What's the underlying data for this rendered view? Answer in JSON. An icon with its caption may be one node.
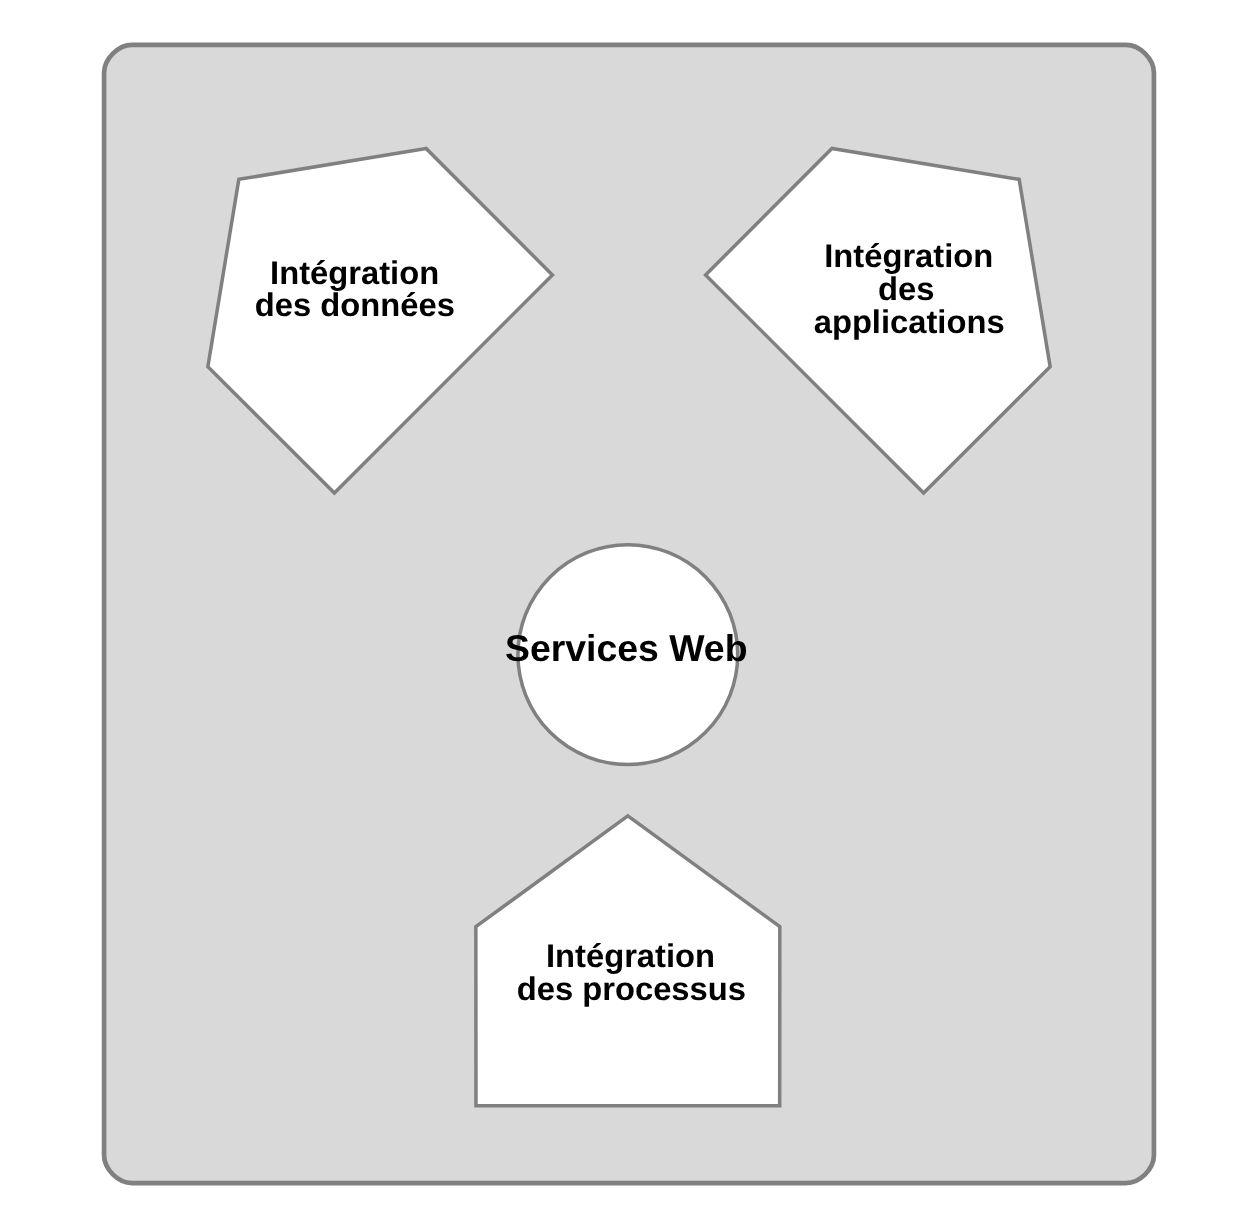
{
  "diagram": {
    "nodes": [
      {
        "text": [],
        "shape": "box"
      },
      {
        "text": [
          "Intégration des données"
        ],
        "in": 0
      },
      {
        "text": [
          "Intégration des applications"
        ],
        "in": 0
      },
      {
        "text": [
          "Services Web"
        ],
        "in": 0
      },
      {
        "text": [
          "Intégration des processus"
        ],
        "in": 0
      }
    ]
  }
}
